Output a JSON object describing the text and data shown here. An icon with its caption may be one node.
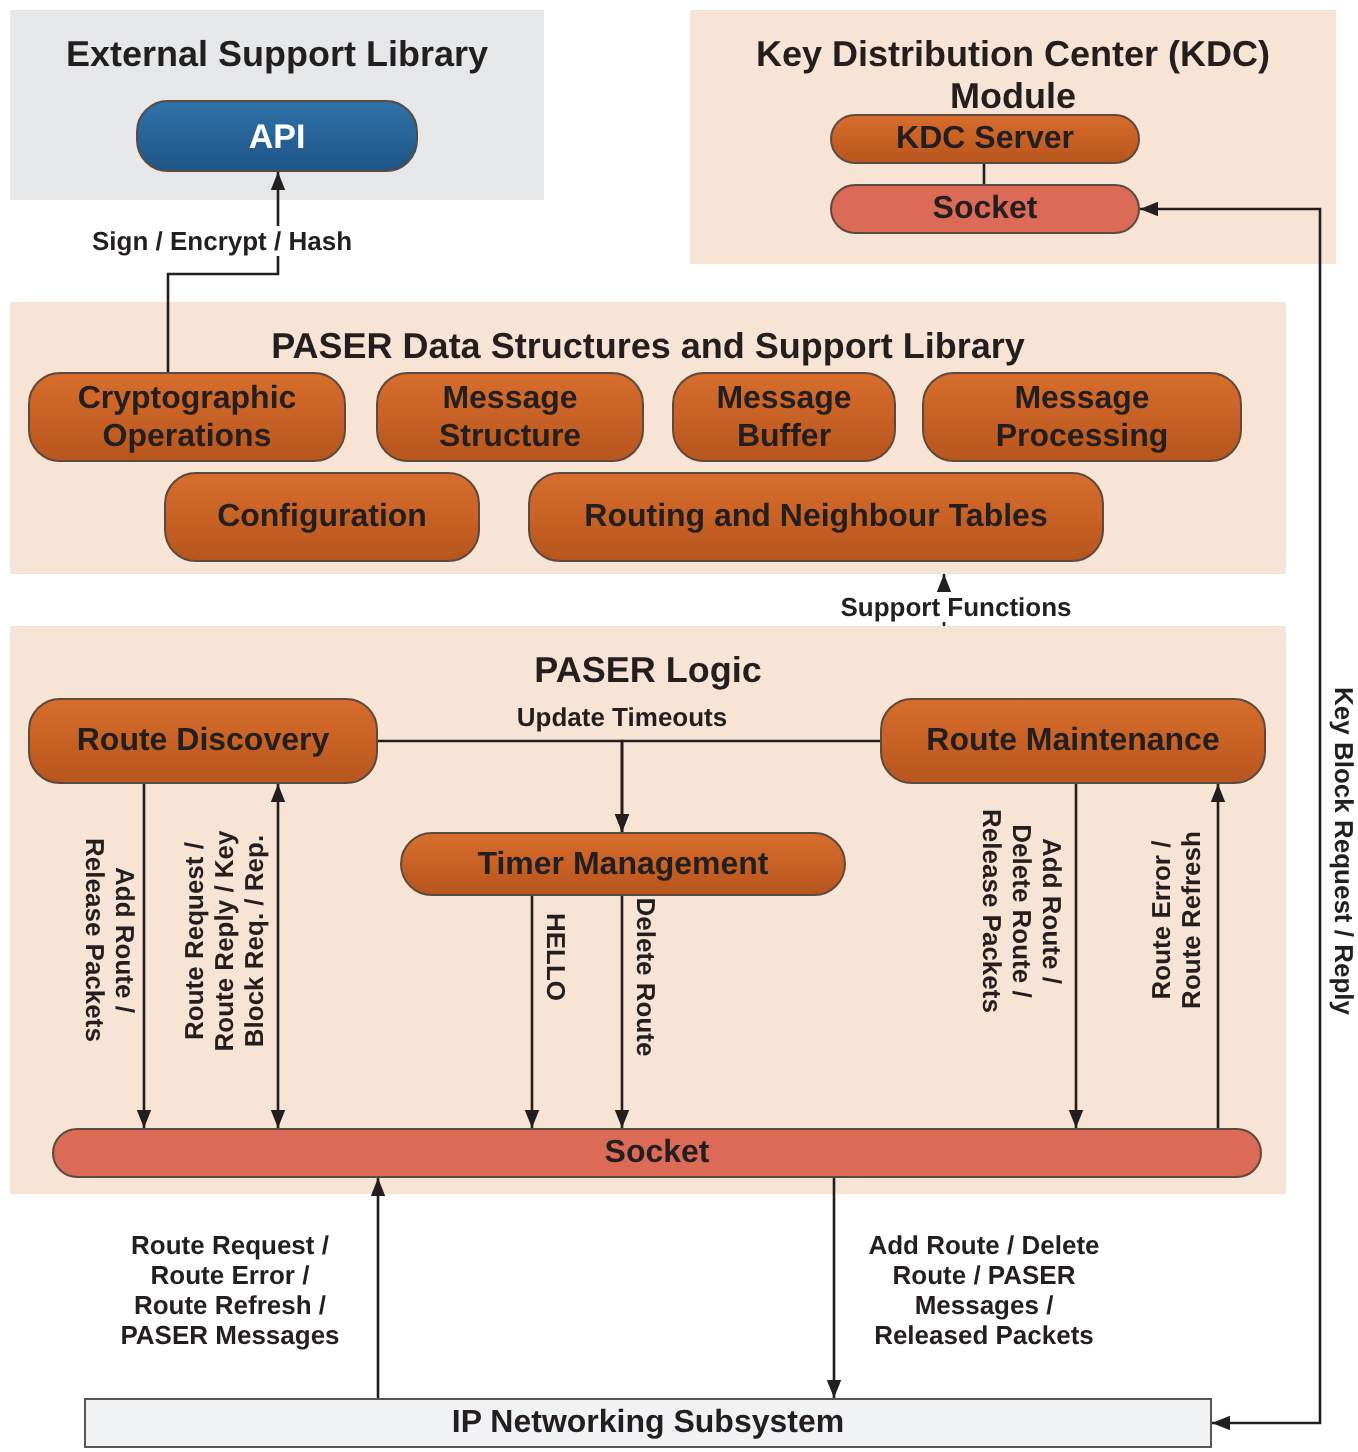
{
  "diagram": {
    "nodes": [
      {
        "text": [
          "External Support Library"
        ]
      },
      {
        "text": [
          "API"
        ],
        "in": 0
      },
      {
        "text": [
          "Key Distribution Center (KDC) Module"
        ]
      },
      {
        "text": [
          "KDC Server"
        ],
        "in": 2
      },
      {
        "text": [
          "Socket"
        ],
        "in": 2
      },
      {
        "text": [
          "PASER Data Structures and Support Library"
        ]
      },
      {
        "text": [
          "Cryptographic Operations"
        ],
        "in": 5
      },
      {
        "text": [
          "Message Structure"
        ],
        "in": 5
      },
      {
        "text": [
          "Message Buffer"
        ],
        "in": 5
      },
      {
        "text": [
          "Message Processing"
        ],
        "in": 5
      },
      {
        "text": [
          "Configuration"
        ],
        "in": 5
      },
      {
        "text": [
          "Routing and Neighbour Tables"
        ],
        "in": 5
      },
      {
        "text": [
          "PASER Logic"
        ]
      },
      {
        "text": [
          "Route Discovery"
        ],
        "in": 12
      },
      {
        "text": [
          "Route Maintenance"
        ],
        "in": 12
      },
      {
        "text": [
          "Timer Management"
        ],
        "in": 12
      },
      {
        "text": [
          "Socket"
        ],
        "in": 12
      },
      {
        "text": [
          "IP Networking Subsystem"
        ]
      }
    ],
    "edges": [
      {
        "from": 6,
        "to": 1,
        "arrow": "to",
        "label": "Sign / Encrypt / Hash"
      },
      {
        "from": 3,
        "to": 4,
        "arrow": "none"
      },
      {
        "from": 17,
        "to": 4,
        "arrow": "both",
        "label": "Key Block Request / Reply"
      },
      {
        "from": 12,
        "to": 5,
        "arrow": "to",
        "label": "Support Functions"
      },
      {
        "from": 13,
        "to": 15,
        "arrow": "to",
        "label": "Update Timeouts"
      },
      {
        "from": 14,
        "to": 15,
        "arrow": "to"
      },
      {
        "from": 13,
        "to": 16,
        "arrow": "to",
        "label": "Add Route / Release Packets"
      },
      {
        "from": 13,
        "to": 16,
        "arrow": "both",
        "label": "Route Request / Route Reply / Key Block Req. / Rep."
      },
      {
        "from": 15,
        "to": 16,
        "arrow": "to",
        "label": "HELLO"
      },
      {
        "from": 15,
        "to": 16,
        "arrow": "to",
        "label": "Delete Route"
      },
      {
        "from": 14,
        "to": 16,
        "arrow": "to",
        "label": "Add Route / Delete Route / Release Packets"
      },
      {
        "from": 16,
        "to": 14,
        "arrow": "to",
        "label": "Route Error / Route Refresh"
      },
      {
        "from": 17,
        "to": 16,
        "arrow": "to",
        "label": "Route Request / Route Error / Route Refresh / PASER Messages"
      },
      {
        "from": 16,
        "to": 17,
        "arrow": "to",
        "label": "Add Route / Delete Route / PASER Messages / Released Packets"
      }
    ]
  }
}
